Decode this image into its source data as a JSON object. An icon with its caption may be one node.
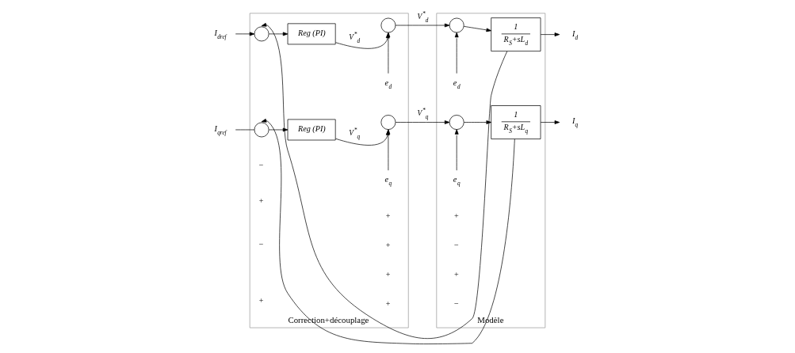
{
  "diagram": {
    "nodes": [
      {
        "text": [
          "Correction+découplage"
        ]
      },
      {
        "text": [
          "Modèle"
        ]
      },
      {
        "text": [
          "I$_{dref}$"
        ]
      },
      {
        "text": [],
        "shape": "circle",
        "in": 0
      },
      {
        "text": [
          "Reg (PI)"
        ],
        "in": 0
      },
      {
        "text": [],
        "shape": "circle",
        "in": 0
      },
      {
        "text": [
          "e$_{d}$"
        ],
        "in": 0
      },
      {
        "text": [],
        "shape": "circle",
        "in": 1
      },
      {
        "text": [
          "1",
          "R$_{S}$+sL$_{d}$"
        ],
        "in": 1
      },
      {
        "text": [
          "e$_{d}$"
        ],
        "in": 1
      },
      {
        "text": [
          "I$_{d}$"
        ]
      },
      {
        "text": [
          "I$_{qref}$"
        ]
      },
      {
        "text": [],
        "shape": "circle",
        "in": 0
      },
      {
        "text": [
          "Reg (PI)"
        ],
        "in": 0
      },
      {
        "text": [],
        "shape": "circle",
        "in": 0
      },
      {
        "text": [
          "e$_{q}$"
        ],
        "in": 0
      },
      {
        "text": [],
        "shape": "circle",
        "in": 1
      },
      {
        "text": [
          "1",
          "R$_{S}$+sL$_{q}$"
        ],
        "in": 1
      },
      {
        "text": [
          "e$_{q}$"
        ],
        "in": 1
      },
      {
        "text": [
          "I$_{q}$"
        ]
      }
    ],
    "edges": [
      {
        "from": 2,
        "to": 3,
        "arrow": "to"
      },
      {
        "from": 3,
        "to": 4,
        "arrow": "to"
      },
      {
        "from": 4,
        "to": 5,
        "arrow": "to",
        "label": "V$^{*}$$_{d}$"
      },
      {
        "from": 6,
        "to": 5,
        "arrow": "to"
      },
      {
        "from": 5,
        "to": 7,
        "arrow": "to",
        "label": "V$^{*}$$_{d}$"
      },
      {
        "from": 9,
        "to": 7,
        "arrow": "to"
      },
      {
        "from": 7,
        "to": 8,
        "arrow": "to"
      },
      {
        "from": 8,
        "to": 10,
        "arrow": "to"
      },
      {
        "from": 8,
        "to": 3,
        "arrow": "to"
      },
      {
        "from": 11,
        "to": 12,
        "arrow": "none"
      },
      {
        "from": 12,
        "to": 13,
        "arrow": "to"
      },
      {
        "from": 13,
        "to": 14,
        "arrow": "to",
        "label": "V$^{*}$$_{q}$"
      },
      {
        "from": 15,
        "to": 14,
        "arrow": "to"
      },
      {
        "from": 14,
        "to": 16,
        "arrow": "to",
        "label": "V$^{*}$$_{q}$"
      },
      {
        "from": 18,
        "to": 16,
        "arrow": "to"
      },
      {
        "from": 16,
        "to": 17,
        "arrow": "to"
      },
      {
        "from": 17,
        "to": 19,
        "arrow": "to"
      },
      {
        "from": 17,
        "to": 12,
        "arrow": "to"
      }
    ],
    "labels": [
      "−",
      "+",
      "+",
      "+",
      "+",
      "−",
      "−",
      "+",
      "+",
      "+",
      "+",
      "−"
    ]
  }
}
